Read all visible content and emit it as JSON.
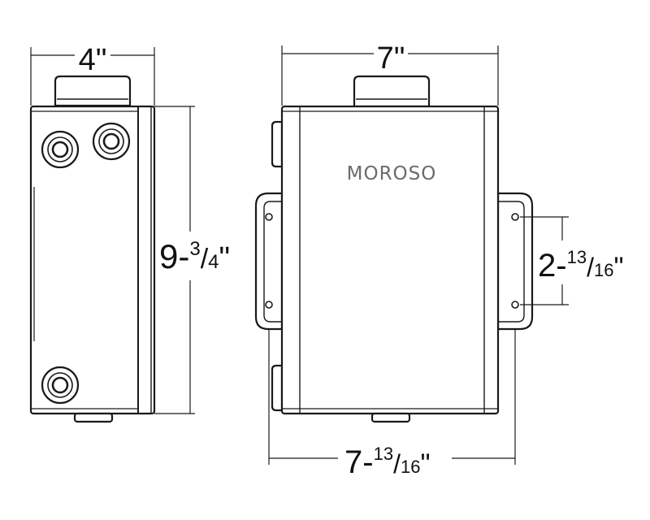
{
  "brand_label": "MOROSO",
  "dimensions": {
    "side_width": {
      "whole": "4",
      "unit": "\""
    },
    "height": {
      "whole": "9-",
      "num": "3",
      "den": "4",
      "unit": "\""
    },
    "front_width": {
      "whole": "7",
      "unit": "\""
    },
    "bracket_width": {
      "whole": "7-",
      "num": "13",
      "den": "16",
      "unit": "\""
    },
    "hole_spacing": {
      "whole": "2-",
      "num": "13",
      "den": "16",
      "unit": "\""
    }
  },
  "colors": {
    "line": "#1a1a1a",
    "brand_text": "#6b6b6b",
    "background": "#ffffff"
  }
}
